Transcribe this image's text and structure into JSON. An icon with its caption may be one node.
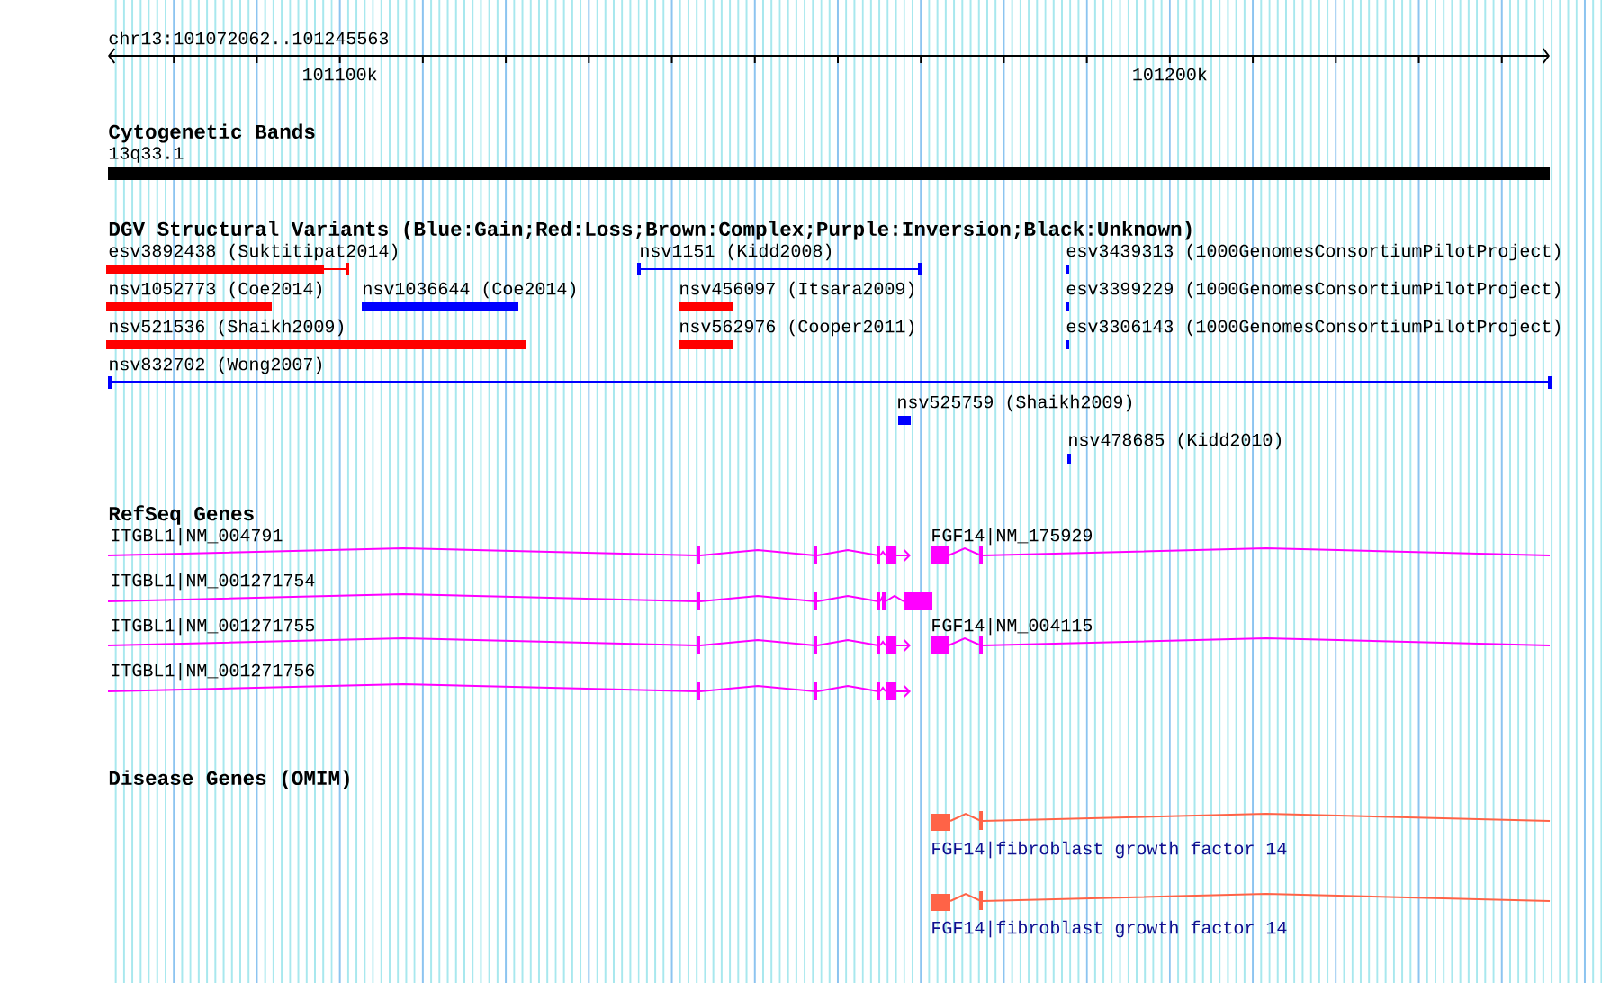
{
  "diagram": {
    "nodes": [
      {
        "text": [
          "13q33.1"
        ]
      },
      {
        "text": [
          "esv3892438 (Suktitipat2014)"
        ]
      },
      {
        "text": [
          "nsv1151 (Kidd2008)"
        ]
      },
      {
        "text": [
          "esv3439313 (1000GenomesConsortiumPilotProject)"
        ]
      },
      {
        "text": [
          "nsv1052773 (Coe2014)"
        ]
      },
      {
        "text": [
          "nsv1036644 (Coe2014)"
        ]
      },
      {
        "text": [
          "nsv456097 (Itsara2009)"
        ]
      },
      {
        "text": [
          "esv3399229 (1000GenomesConsortiumPilotProject)"
        ]
      },
      {
        "text": [
          "nsv521536 (Shaikh2009)"
        ]
      },
      {
        "text": [
          "nsv562976 (Cooper2011)"
        ]
      },
      {
        "text": [
          "esv3306143 (1000GenomesConsortiumPilotProject)"
        ]
      },
      {
        "text": [
          "nsv832702 (Wong2007)"
        ]
      },
      {
        "text": [
          "nsv525759 (Shaikh2009)"
        ]
      },
      {
        "text": [
          "nsv478685 (Kidd2010)"
        ]
      },
      {
        "text": [
          "ITGBL1|NM_004791"
        ]
      },
      {
        "text": [
          "FGF14|NM_175929"
        ]
      },
      {
        "text": [
          "ITGBL1|NM_001271754"
        ]
      },
      {
        "text": [
          "ITGBL1|NM_001271755"
        ]
      },
      {
        "text": [
          "FGF14|NM_004115"
        ]
      },
      {
        "text": [
          "ITGBL1|NM_001271756"
        ]
      },
      {
        "text": [
          "FGF14|fibroblast growth factor 14"
        ]
      },
      {
        "text": [
          "FGF14|fibroblast growth factor 14"
        ]
      }
    ],
    "labels": [
      "chr13:101072062..101245563",
      "101100k",
      "101200k",
      "Cytogenetic Bands",
      "DGV Structural Variants (Blue:Gain;Red:Loss;Brown:Complex;Purple:Inversion;Black:Unknown)",
      "RefSeq Genes",
      "Disease Genes (OMIM)"
    ]
  }
}
